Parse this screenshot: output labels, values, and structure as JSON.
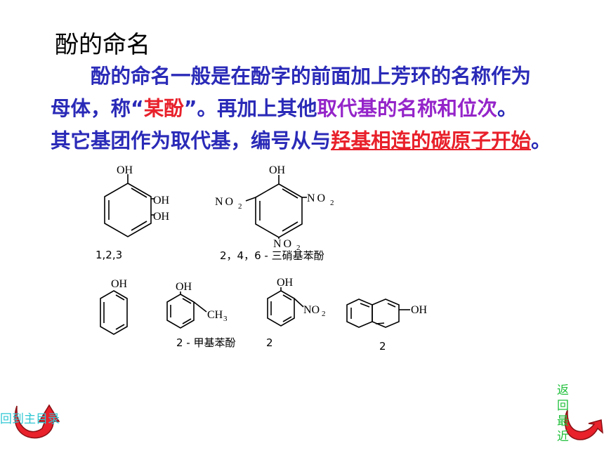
{
  "slide": {
    "title": "酚的命名",
    "paragraph": {
      "line1": "酚的命名一般是在酚字的前面加上芳环的名称作为",
      "line2_a": "母体，称“",
      "line2_red": "某酚",
      "line2_b": "”。再加上其他",
      "line2_purple": "取代基的名称和位次",
      "line2_c": "。",
      "line3_a": "其它基团作为取代基，编号从与",
      "line3_red": "羟基相连的碳原子开始",
      "line3_b": "。"
    }
  },
  "structures": {
    "oh": "OH",
    "no2": "NO",
    "no2_sub": "2",
    "ch3": "CH",
    "ch3_sub": "3",
    "caption_123": "1,2,3",
    "caption_246": "2，4，6 - 三硝基苯酚",
    "caption_methyl": "2 - 甲基苯酚",
    "caption_nitro": "2",
    "caption_naphthol": "2"
  },
  "nav": {
    "left_label": "回到主目录",
    "right_label": "返回最近",
    "colors": {
      "left_text": "#2fc7d3",
      "right_text": "#1fbf3a",
      "arrow": "#e8212b"
    }
  },
  "colors": {
    "body_text": "#2a2ab8",
    "highlight_red": "#e8212b",
    "highlight_purple": "#9424c9"
  }
}
